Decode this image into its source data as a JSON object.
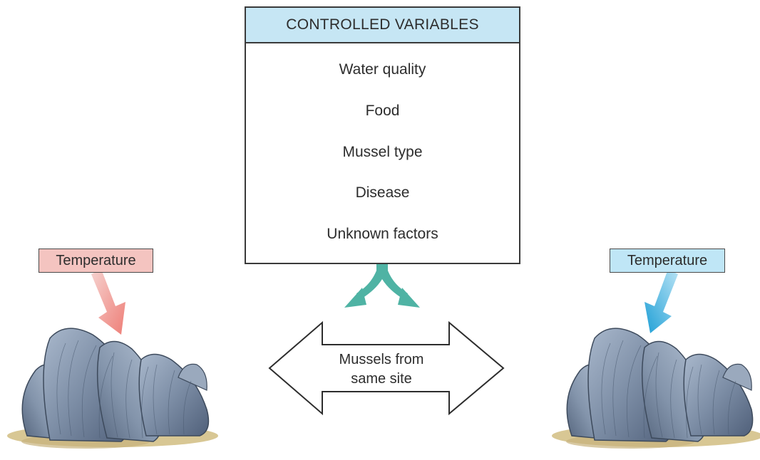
{
  "controlled_variables": {
    "title": "CONTROLLED VARIABLES",
    "items": [
      "Water quality",
      "Food",
      "Mussel type",
      "Disease",
      "Unknown factors"
    ]
  },
  "left_group": {
    "label": "Temperature",
    "arrow_color": "#f08c86",
    "label_bg": "#f4c4c0"
  },
  "right_group": {
    "label": "Temperature",
    "arrow_color": "#23a6dc",
    "label_bg": "#bfe6f6"
  },
  "center": {
    "line1": "Mussels from",
    "line2": "same site"
  },
  "colors": {
    "fork_arrow": "#4fb3a4",
    "mussel_shell": "#7d8ea6",
    "sand": "#d8c794"
  }
}
